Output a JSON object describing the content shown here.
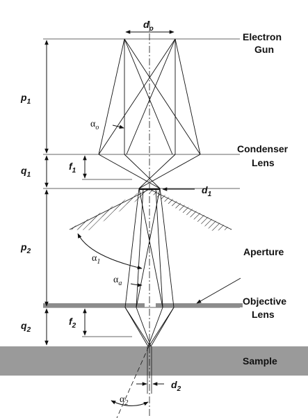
{
  "labels": {
    "electron_gun_line1": "Electron",
    "electron_gun_line2": "Gun",
    "condenser_line1": "Condenser",
    "condenser_line2": "Lens",
    "aperture": "Aperture",
    "objective_line1": "Objective",
    "objective_line2": "Lens",
    "sample": "Sample"
  },
  "dimensions": {
    "d_o": {
      "main": "d",
      "sub": "o"
    },
    "d_1": {
      "main": "d",
      "sub": "1"
    },
    "d_2": {
      "main": "d",
      "sub": "2"
    },
    "p_1": {
      "main": "p",
      "sub": "1"
    },
    "q_1": {
      "main": "q",
      "sub": "1"
    },
    "f_1": {
      "main": "f",
      "sub": "1"
    },
    "p_2": {
      "main": "p",
      "sub": "2"
    },
    "q_2": {
      "main": "q",
      "sub": "2"
    },
    "f_2": {
      "main": "f",
      "sub": "2"
    }
  },
  "angles": {
    "alpha_o": {
      "main": "α",
      "sub": "o"
    },
    "alpha_1": {
      "main": "α",
      "sub": "1"
    },
    "alpha_a": {
      "main": "α",
      "sub": "a"
    },
    "alpha_2": {
      "main": "α",
      "sub": "2"
    }
  }
}
